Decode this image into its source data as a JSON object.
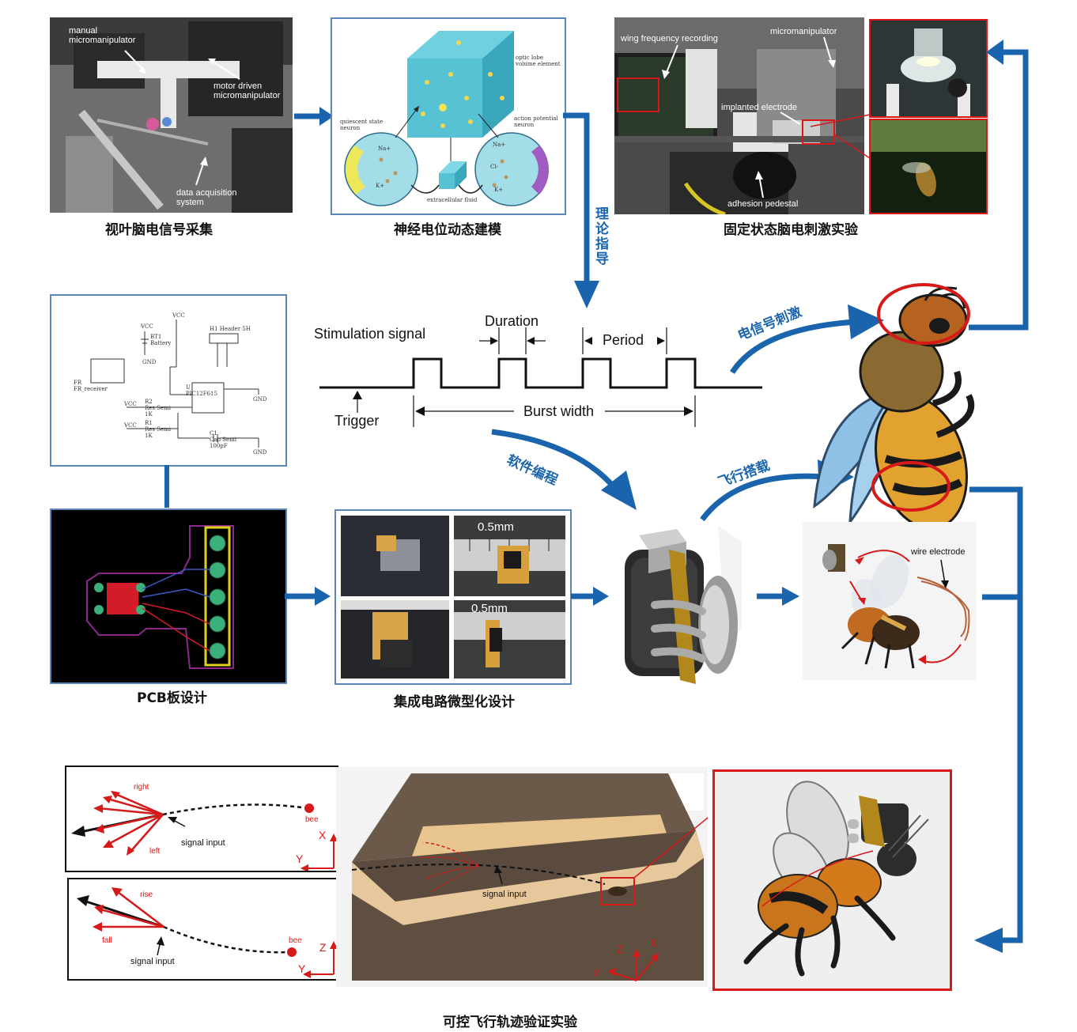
{
  "captions": {
    "eeg_collection": "视叶脑电信号采集",
    "neural_modeling": "神经电位动态建模",
    "fixed_experiment": "固定状态脑电刺激实验",
    "pcb_design": "PCB板设计",
    "ic_design": "集成电路微型化设计",
    "trajectory_experiment": "可控飞行轨迹验证实验"
  },
  "arrow_labels": {
    "theory_guidance": "理论指导",
    "electrical_stimulation": "电信号刺激",
    "software_programming": "软件编程",
    "flight_mount": "飞行搭载"
  },
  "photo1_labels": {
    "manual": "manual\nmicromanipulator",
    "motor": "motor driven\nmicromanipulator",
    "daq": "data acquisition\nsystem"
  },
  "model_labels": {
    "optic": "optic lobe\nvolume element",
    "quiescent": "quiescent state\nneuron",
    "action": "action potential\nneuron",
    "fluid": "extracellular fluid",
    "na_left": "Na+",
    "k_left": "K+",
    "na_right": "Na+",
    "cl_right": "Cl-",
    "k_right": "K+"
  },
  "photo3_labels": {
    "wing": "wing frequency recording",
    "micro": "micromanipulator",
    "implanted": "implanted electrode",
    "pedestal": "adhesion pedestal"
  },
  "waveform": {
    "stim": "Stimulation signal",
    "duration": "Duration",
    "period": "Period",
    "trigger": "Trigger",
    "burst": "Burst width"
  },
  "schematic_labels": {
    "vcc1": "VCC",
    "vcc2": "VCC",
    "bt1": "BT1\nBattery",
    "gnd1": "GND",
    "h1": "H1    Header 5H",
    "fr": "FR\nFR_receiver",
    "r2": "R2\nRes Semi\n1K",
    "r1": "R1\nRes Semi\n1K",
    "u1": "U\nPIC12F615",
    "c1": "C1\nCap Semi\n100pF",
    "gnd2": "GND",
    "gnd3": "GND"
  },
  "micro_labels": {
    "scale1": "0.5mm",
    "scale2": "0.5mm"
  },
  "electrode_label": "wire electrode",
  "traj1": {
    "right": "right",
    "left": "left",
    "signal": "signal input",
    "bee": "bee",
    "x": "X",
    "y": "Y"
  },
  "traj2": {
    "rise": "rise",
    "fall": "fall",
    "signal": "signal input",
    "bee": "bee",
    "z": "Z",
    "y": "Y"
  },
  "box_labels": {
    "signal": "signal input",
    "z": "Z",
    "x": "X",
    "y": "Y"
  },
  "colors": {
    "flow_blue": "#1a64ad",
    "frame_blue": "#5b86b9",
    "highlight_red": "#d61a1a"
  }
}
